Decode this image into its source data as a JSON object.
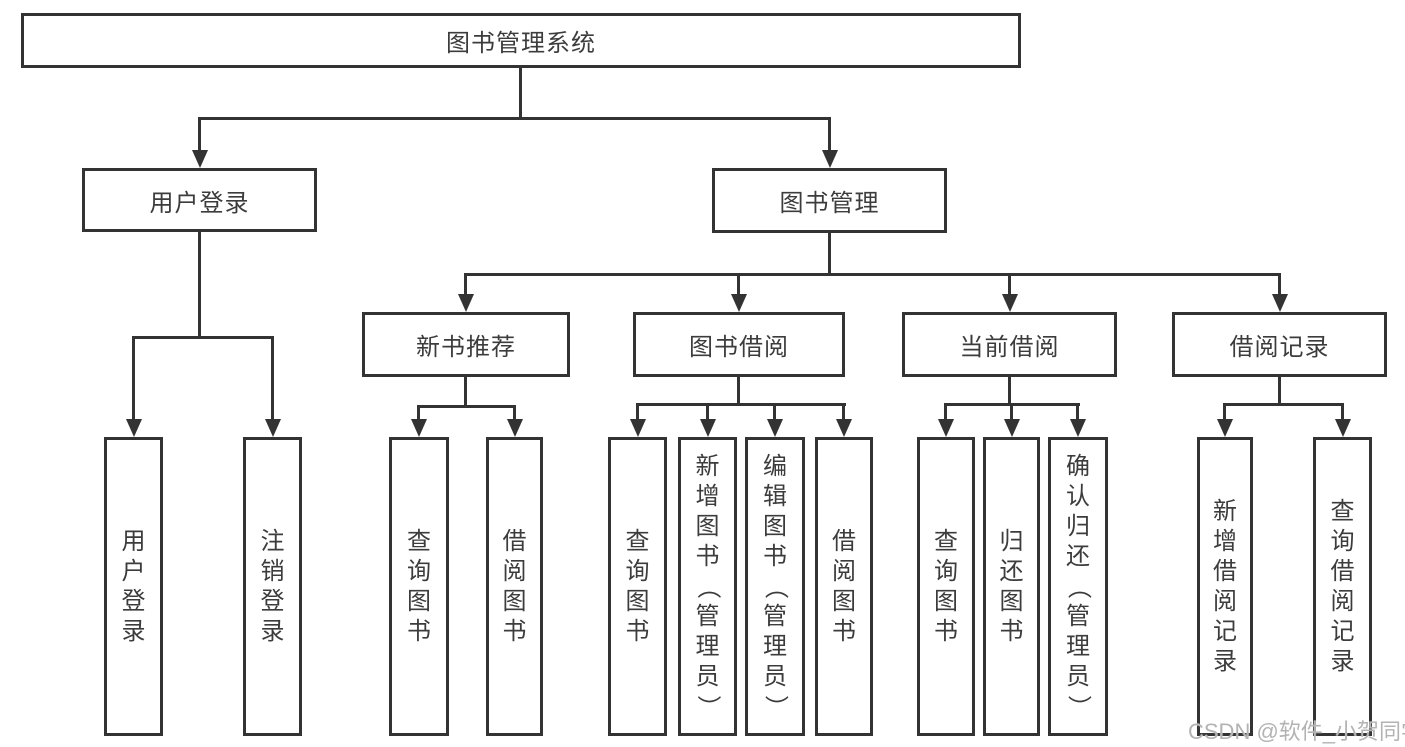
{
  "diagram": {
    "root": "图书管理系统",
    "level2": [
      "用户登录",
      "图书管理"
    ],
    "level3": [
      "新书推荐",
      "图书借阅",
      "当前借阅",
      "借阅记录"
    ],
    "leaves": [
      "用户登录",
      "注销登录",
      "查询图书",
      "借阅图书",
      "查询图书",
      "新增图书（管理员）",
      "编辑图书（管理员）",
      "借阅图书",
      "查询图书",
      "归还图书",
      "确认归还（管理员）",
      "新增借阅记录",
      "查询借阅记录"
    ]
  },
  "watermark": "CSDN @软件_小贺同学",
  "colors": {
    "line": "#333333",
    "text": "#3c3c3c",
    "background": "#ffffff",
    "watermark": "#b3b3b3"
  }
}
